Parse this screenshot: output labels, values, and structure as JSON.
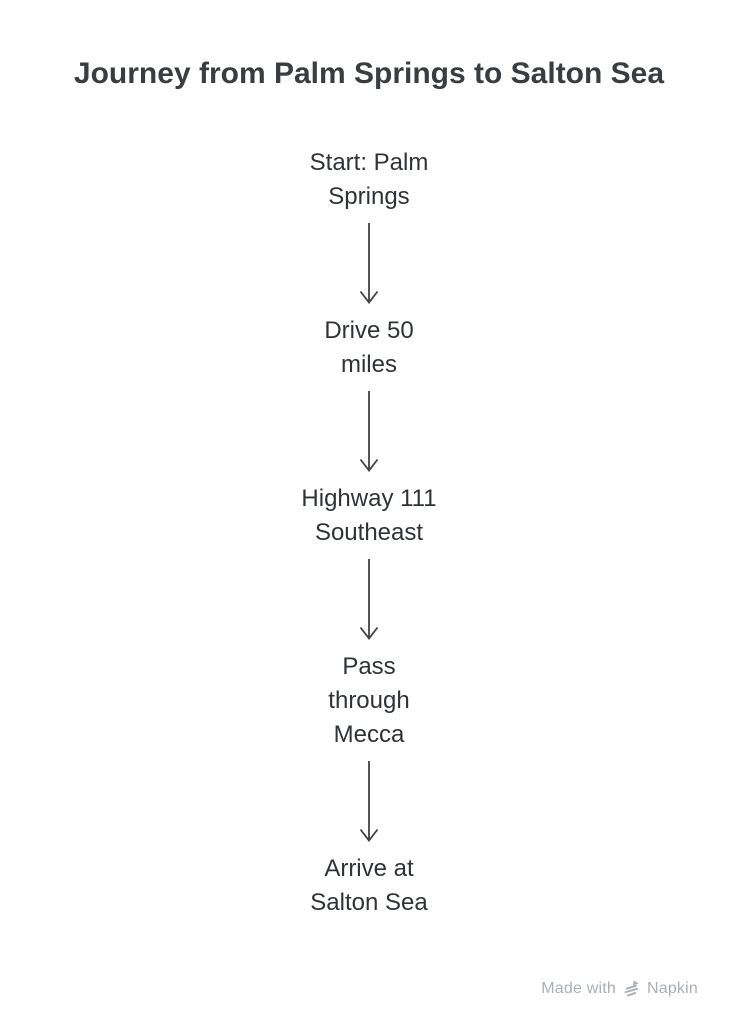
{
  "title": "Journey from Palm Springs to Salton Sea",
  "flow": {
    "steps": [
      {
        "label": "Start: Palm Springs",
        "lines": [
          "Start: Palm",
          "Springs"
        ]
      },
      {
        "label": "Drive 50 miles",
        "lines": [
          "Drive 50",
          "miles"
        ]
      },
      {
        "label": "Highway 111 Southeast",
        "lines": [
          "Highway 111",
          "Southeast"
        ]
      },
      {
        "label": "Pass through Mecca",
        "lines": [
          "Pass",
          "through",
          "Mecca"
        ]
      },
      {
        "label": "Arrive at Salton Sea",
        "lines": [
          "Arrive at",
          "Salton Sea"
        ]
      }
    ]
  },
  "watermark": {
    "prefix": "Made with",
    "brand": "Napkin",
    "icon": "napkin-logo-icon"
  },
  "colors": {
    "background": "#ffffff",
    "title": "#3a3d40",
    "node_text": "#303336",
    "arrow": "#3f4245",
    "watermark": "#a9aeb4"
  }
}
